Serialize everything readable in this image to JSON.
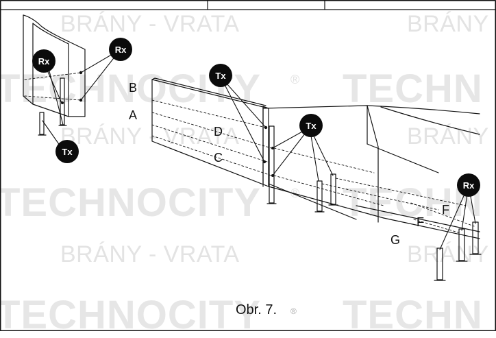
{
  "watermarks": {
    "brany": "BRÁNY - VRATA",
    "technocity": "TECHNOCITY",
    "registered": "®",
    "technocity_partial": "TECHN",
    "brany_partial_b": "BRÁNY -"
  },
  "badges": {
    "rx": "Rx",
    "tx": "Tx"
  },
  "labels": {
    "a": "A",
    "b": "B",
    "c": "C",
    "d": "D",
    "f": "F",
    "g": "G"
  },
  "caption": "Obr. 7.",
  "colors": {
    "ink": "#111111",
    "badge": "#0b0b0b",
    "watermark": "#e3e3e3"
  }
}
